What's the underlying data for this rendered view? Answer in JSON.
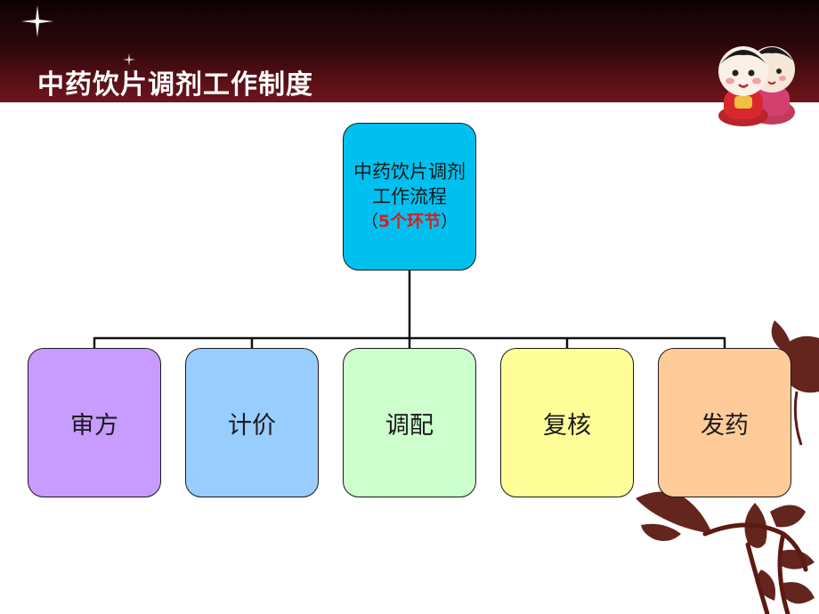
{
  "header": {
    "title": "中药饮片调剂工作制度"
  },
  "diagram": {
    "root": {
      "line1": "中药饮片调剂",
      "line2": "工作流程",
      "paren_open": "（",
      "accent": "5个环节",
      "paren_close": "）",
      "color": "#00c0f0"
    },
    "steps": [
      {
        "label": "审方",
        "color": "#c89bff"
      },
      {
        "label": "计价",
        "color": "#99ccff"
      },
      {
        "label": "调配",
        "color": "#ccffcc"
      },
      {
        "label": "复核",
        "color": "#ffff99"
      },
      {
        "label": "发药",
        "color": "#ffcc99"
      }
    ]
  },
  "decorations": {
    "sparkle_icon": "star-sparkle",
    "mascot": "twin-dolls-figurine",
    "ornament": "floral-branch-silhouette"
  }
}
